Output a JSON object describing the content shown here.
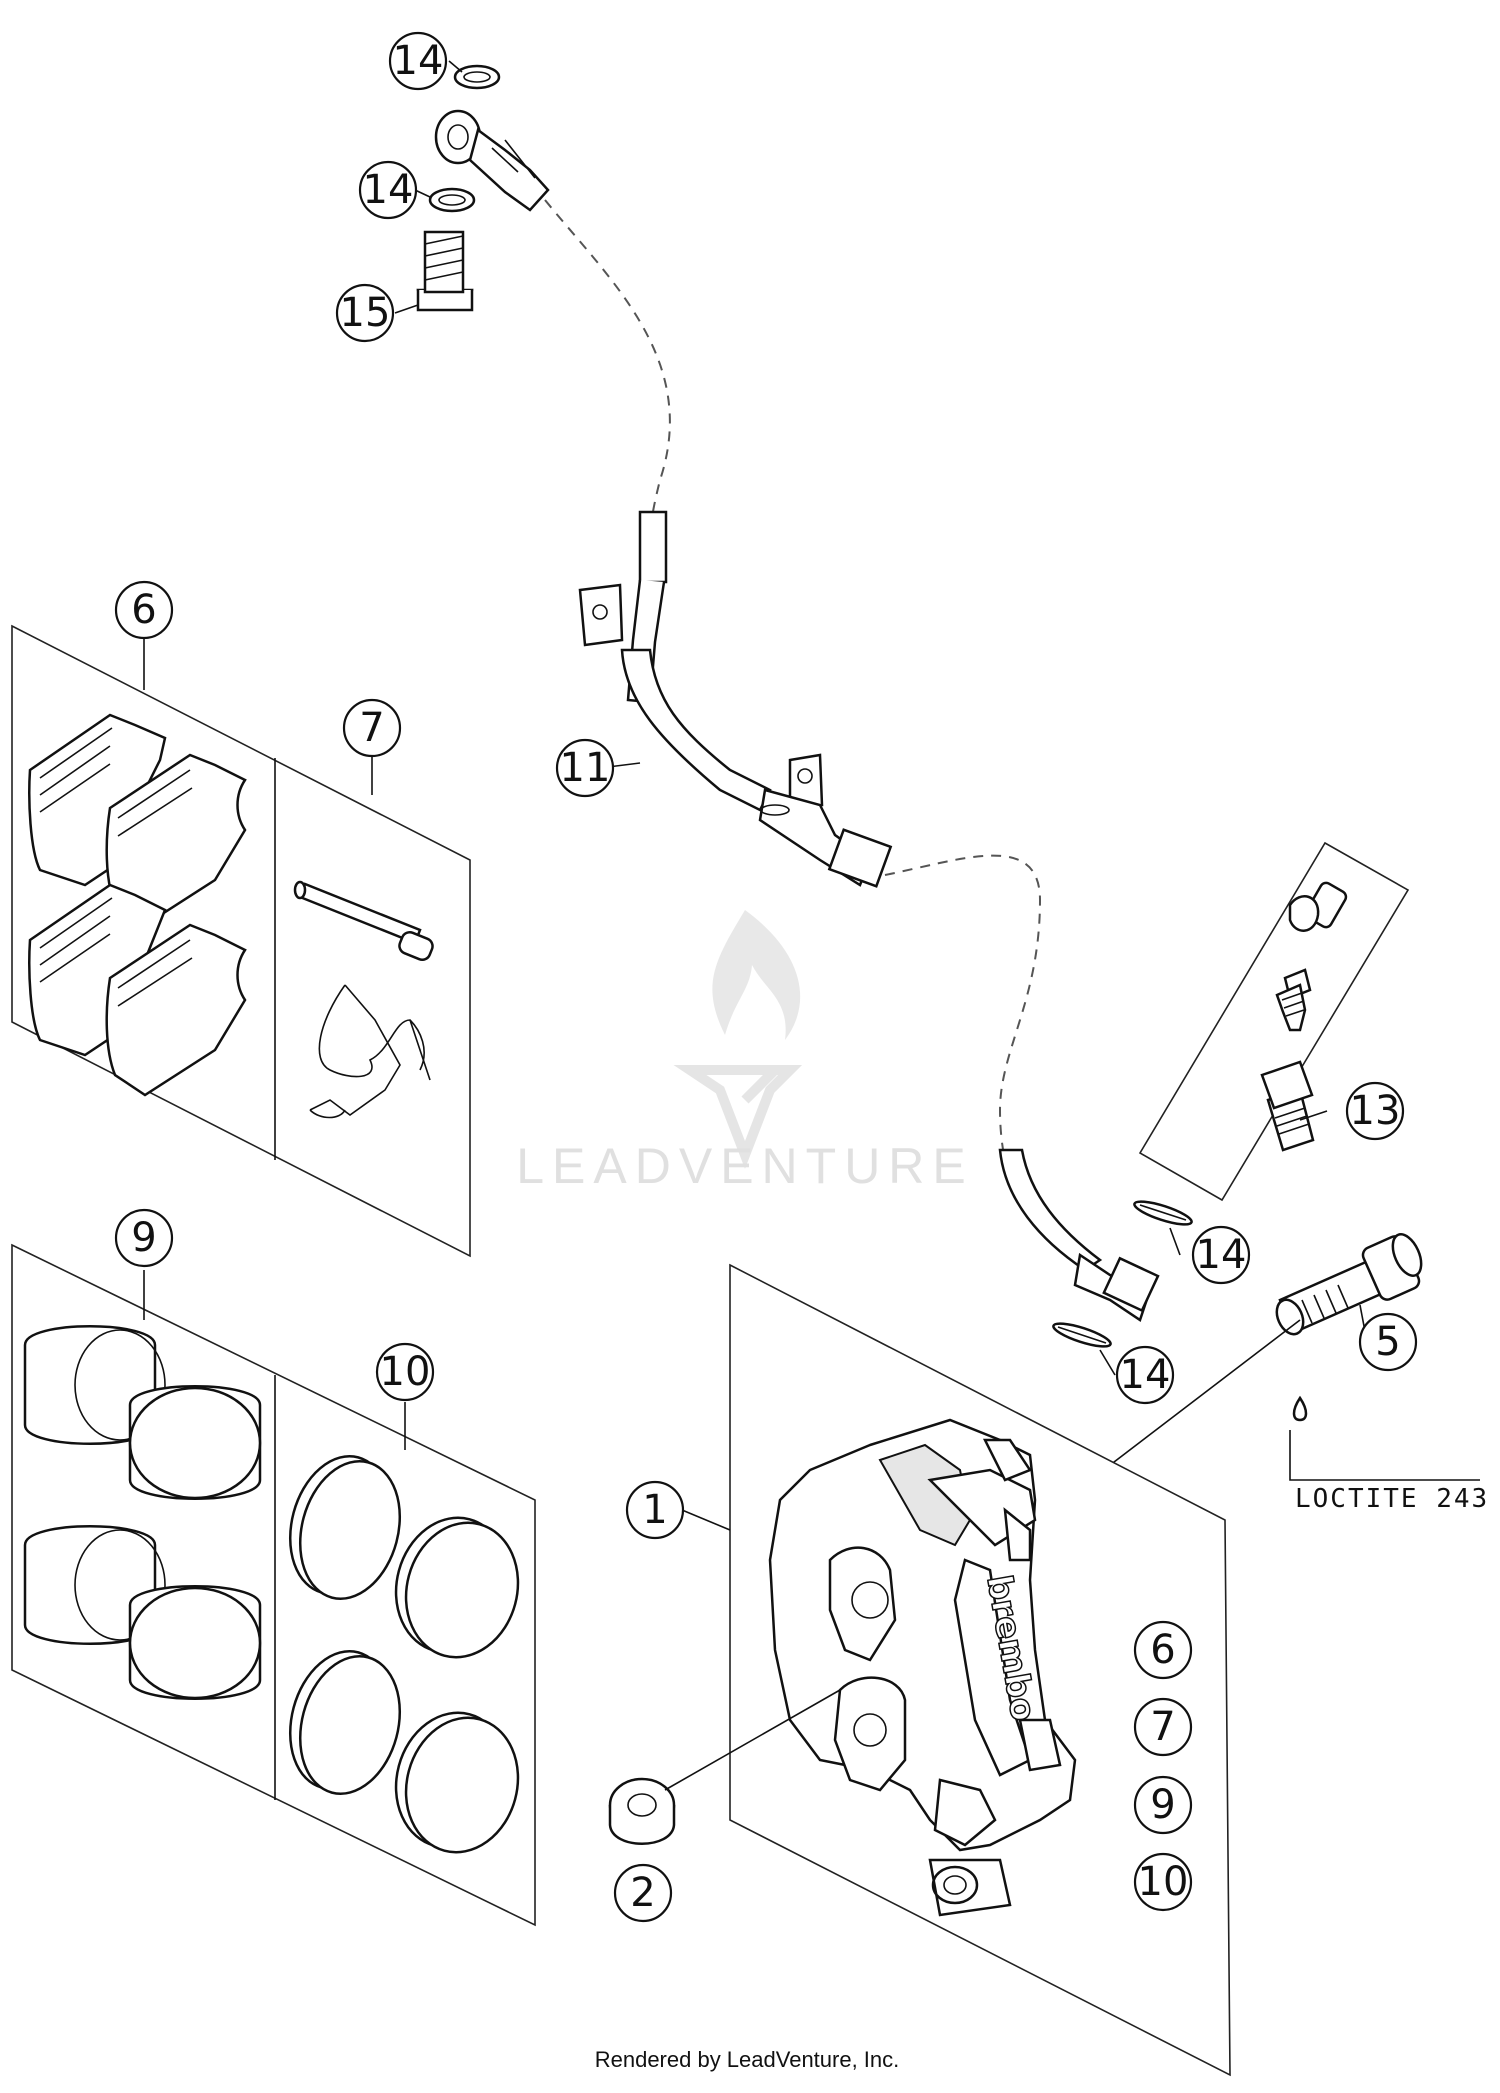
{
  "callouts": [
    {
      "id": "c14a",
      "label": "14"
    },
    {
      "id": "c14b",
      "label": "14"
    },
    {
      "id": "c15",
      "label": "15"
    },
    {
      "id": "c6a",
      "label": "6"
    },
    {
      "id": "c7a",
      "label": "7"
    },
    {
      "id": "c11",
      "label": "11"
    },
    {
      "id": "c13",
      "label": "13"
    },
    {
      "id": "c14c",
      "label": "14"
    },
    {
      "id": "c14d",
      "label": "14"
    },
    {
      "id": "c5",
      "label": "5"
    },
    {
      "id": "c9a",
      "label": "9"
    },
    {
      "id": "c10a",
      "label": "10"
    },
    {
      "id": "c1",
      "label": "1"
    },
    {
      "id": "c6b",
      "label": "6"
    },
    {
      "id": "c7b",
      "label": "7"
    },
    {
      "id": "c9b",
      "label": "9"
    },
    {
      "id": "c10b",
      "label": "10"
    },
    {
      "id": "c2",
      "label": "2"
    }
  ],
  "loctite_label": "LOCTITE 243",
  "caliper_brand": "brembo",
  "watermark_text": "LEADVENTURE",
  "credit": "Rendered by LeadVenture, Inc."
}
